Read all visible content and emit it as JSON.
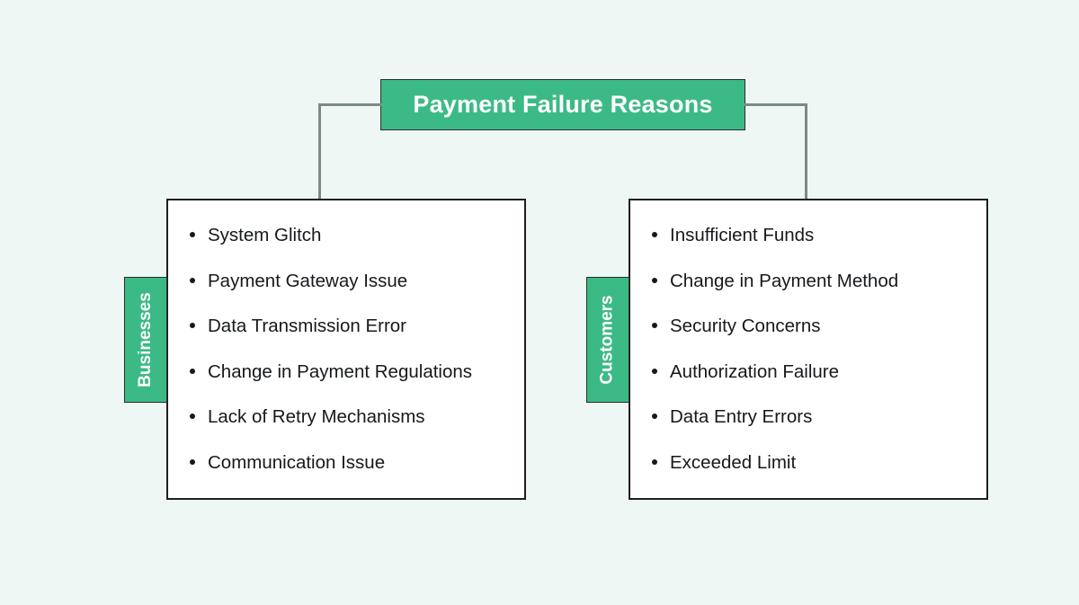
{
  "diagram": {
    "type": "hierarchy-mindmap",
    "background_color": "#eef7f4",
    "accent_color": "#3cba86",
    "root": {
      "title": "Payment Failure Reasons"
    },
    "branches": [
      {
        "tab_label": "Businesses",
        "items": [
          "System Glitch",
          "Payment Gateway Issue",
          "Data Transmission Error",
          "Change in Payment Regulations",
          "Lack of Retry Mechanisms",
          "Communication Issue"
        ]
      },
      {
        "tab_label": "Customers",
        "items": [
          "Insufficient Funds",
          "Change in Payment Method",
          "Security Concerns",
          "Authorization Failure",
          "Data Entry Errors",
          "Exceeded Limit"
        ]
      }
    ]
  }
}
